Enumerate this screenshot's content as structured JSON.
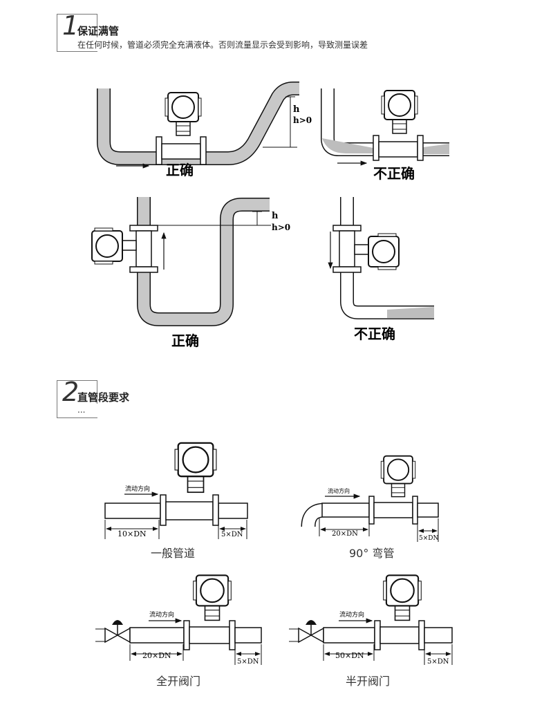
{
  "section1": {
    "number": "1",
    "title": "保证满管",
    "subtitle": "在任何时候，管道必须完全充满液体。否则流量显示会受到影响，导致测量误差",
    "diagrams": {
      "a": {
        "label": "正确",
        "h": "h",
        "h_cond": "h>0"
      },
      "b": {
        "label": "不正确"
      },
      "c": {
        "label": "正确",
        "h": "h",
        "h_cond": "h>0"
      },
      "d": {
        "label": "不正确"
      }
    }
  },
  "section2": {
    "number": "2",
    "title": "直管段要求",
    "subtitle": "...",
    "diagrams": {
      "general": {
        "caption": "一般管道",
        "flow": "流动方向",
        "up": "10×DN",
        "down": "5×DN"
      },
      "elbow": {
        "caption": "90° 弯管",
        "flow": "流动方向",
        "up": "20×DN",
        "down": "5×DN"
      },
      "full_valve": {
        "caption": "全开阀门",
        "flow": "流动方向",
        "up": "20×DN",
        "down": "5×DN"
      },
      "half_valve": {
        "caption": "半开阀门",
        "flow": "流动方向",
        "up": "50×DN",
        "down": "5×DN"
      }
    }
  },
  "colors": {
    "pipe": "#c8c8c8",
    "stroke": "#111111",
    "frame": "#777777"
  }
}
